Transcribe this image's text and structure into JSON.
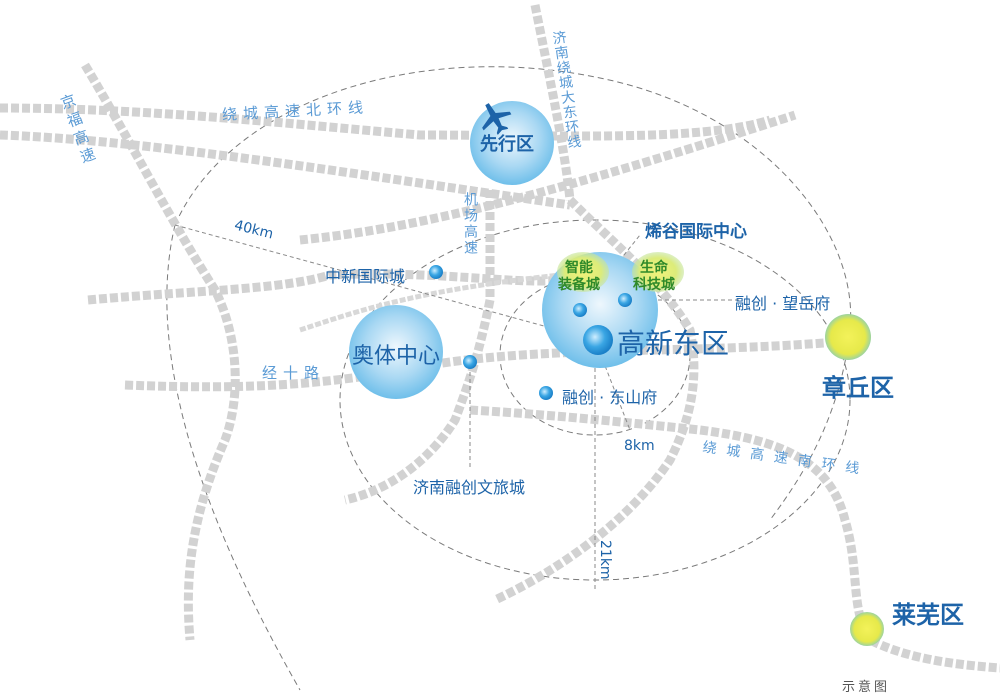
{
  "caption": "示意图",
  "colors": {
    "road": "#d2d2d2",
    "label_blue": "#1d63a8",
    "road_label_blue": "#5b9bd5",
    "zone_blue": "#7cc4ec",
    "zone_yellow": "#e8ea4a",
    "zone_green_text": "#2f8a2a"
  },
  "roads": {
    "jingfu": "京福高速",
    "north_ring": "绕城高速北环线",
    "east_ring": "济南绕城大东环线",
    "airport": "机场高速",
    "jingshi": "经十路",
    "south_ring": "绕城高速南环线"
  },
  "zones": {
    "xianxing": "先行区",
    "aoti": "奥体中心",
    "gaoxin_east": "高新东区",
    "zhangqiu": "章丘区",
    "laiwu": "莱芜区"
  },
  "sub_zones": {
    "zhineng_line1": "智能",
    "zhineng_line2": "装备城",
    "shengming_line1": "生命",
    "shengming_line2": "科技城"
  },
  "poi": {
    "xigu": "烯谷国际中心",
    "zhongxin": "中新国际城",
    "wangyue": "融创 · 望岳府",
    "dongshan": "融创 · 东山府",
    "wenlv": "济南融创文旅城"
  },
  "distances": {
    "d40": "40km",
    "d8": "8km",
    "d21": "21km"
  },
  "icons": {
    "airport": "airplane-icon"
  }
}
